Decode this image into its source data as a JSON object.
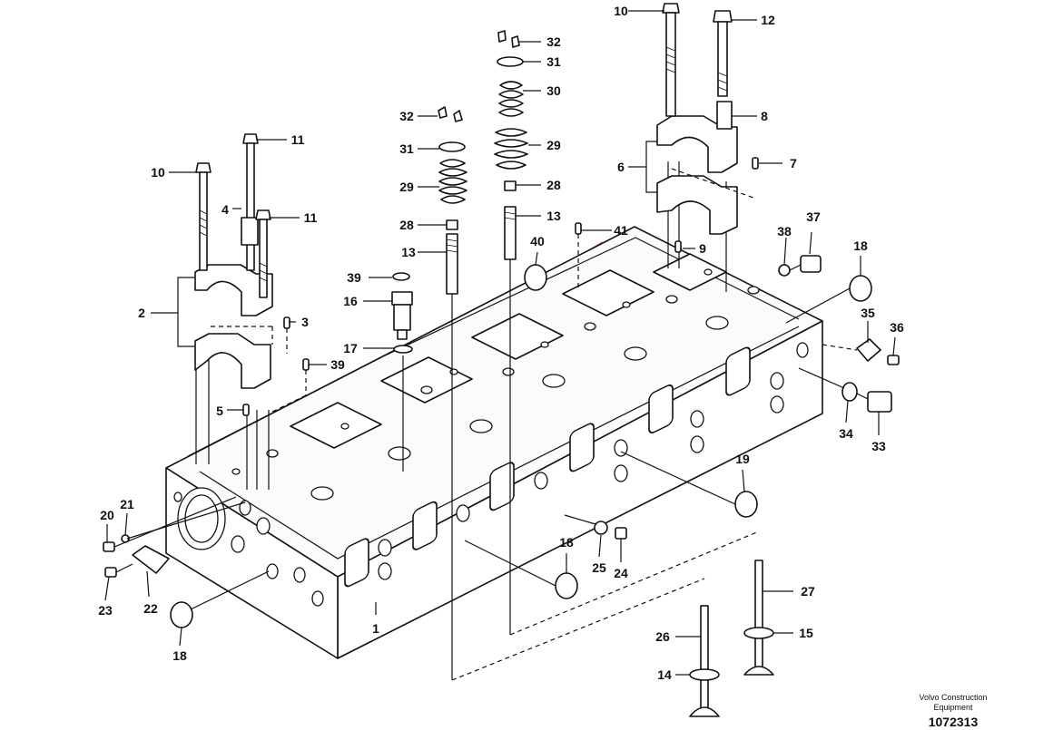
{
  "diagram": {
    "callouts": [
      "1",
      "2",
      "3",
      "4",
      "5",
      "6",
      "7",
      "8",
      "9",
      "10",
      "10",
      "11",
      "11",
      "12",
      "13",
      "13",
      "14",
      "15",
      "16",
      "17",
      "18",
      "18",
      "18",
      "19",
      "20",
      "21",
      "22",
      "23",
      "24",
      "25",
      "26",
      "27",
      "28",
      "28",
      "29",
      "29",
      "30",
      "31",
      "31",
      "32",
      "32",
      "33",
      "34",
      "35",
      "36",
      "37",
      "38",
      "39",
      "39",
      "40",
      "41"
    ],
    "colors": {
      "ink": "#111111",
      "paper": "#ffffff",
      "watermark": "#e8474a"
    }
  },
  "footer": {
    "organization": "Volvo Construction\nEquipment",
    "drawing_number": "1072313"
  }
}
